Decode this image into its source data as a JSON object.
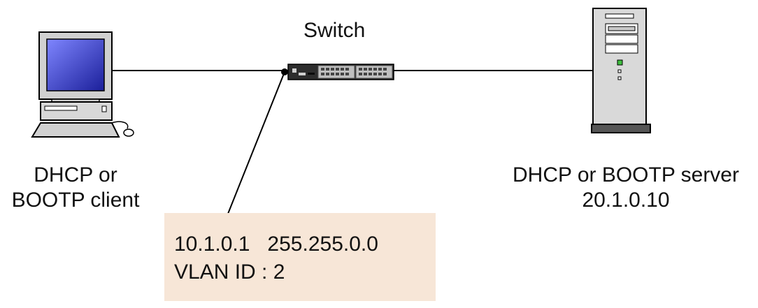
{
  "switch": {
    "label": "Switch"
  },
  "client": {
    "line1": "DHCP or",
    "line2": "BOOTP client"
  },
  "server": {
    "line1": "DHCP or BOOTP server",
    "line2": "20.1.0.10"
  },
  "interface_box": {
    "line1": "10.1.0.1   255.255.0.0",
    "line2": "VLAN ID : 2"
  }
}
